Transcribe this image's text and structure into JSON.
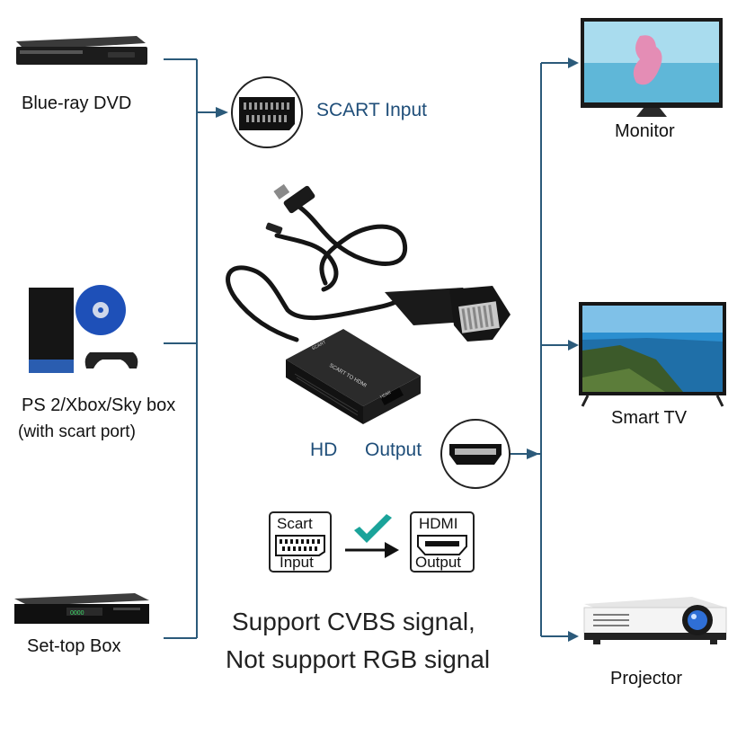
{
  "sources": {
    "bluray": "Blue-ray DVD",
    "ps2": "PS 2/Xbox/Sky box",
    "ps2_note": "(with scart port)",
    "settop": "Set-top Box"
  },
  "outputs": {
    "monitor": "Monitor",
    "smarttv": "Smart TV",
    "projector": "Projector"
  },
  "connectors": {
    "scart_input": "SCART Input",
    "hd": "HD",
    "output": "Output"
  },
  "device": {
    "main_label": "SCART TO HDMI",
    "port_in": "SCART",
    "port_out": "HDMI",
    "side": "HDMI"
  },
  "legend": {
    "scart_top": "Scart",
    "scart_bottom": "Input",
    "hdmi_top": "HDMI",
    "hdmi_bottom": "Output"
  },
  "notes": {
    "line1": "Support CVBS signal,",
    "line2": "Not support RGB signal"
  },
  "colors": {
    "line": "#2b5a7a",
    "text_blue": "#1f4e79",
    "check": "#1aa39a"
  }
}
